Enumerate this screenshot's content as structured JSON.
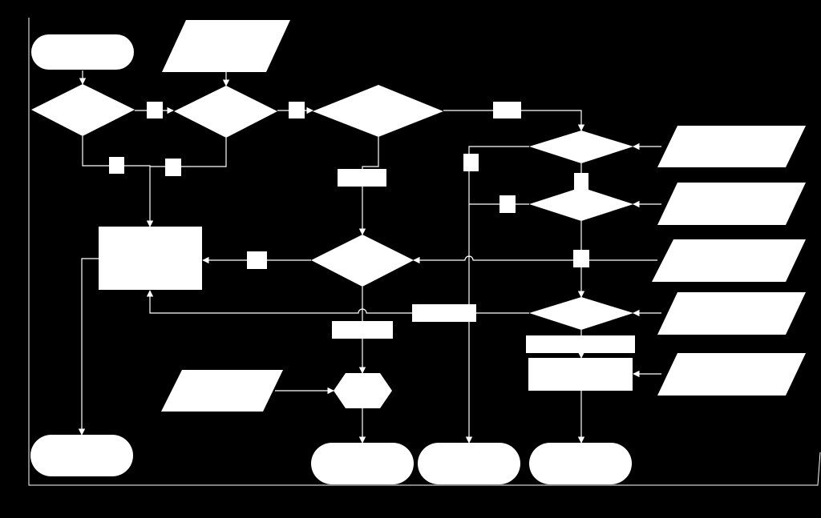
{
  "diagram": {
    "kind": "flowchart",
    "colors": {
      "background": "#000000",
      "shapes": "#ffffff",
      "connectors": "#ffffff"
    },
    "note": "",
    "nodes": [
      {
        "id": "start",
        "shape": "terminator",
        "label": ""
      },
      {
        "id": "input-top",
        "shape": "parallelogram",
        "label": ""
      },
      {
        "id": "decision-1",
        "shape": "diamond",
        "label": ""
      },
      {
        "id": "decision-2",
        "shape": "diamond",
        "label": ""
      },
      {
        "id": "decision-3",
        "shape": "diamond",
        "label": ""
      },
      {
        "id": "decision-right-1",
        "shape": "diamond",
        "label": ""
      },
      {
        "id": "decision-right-2",
        "shape": "diamond",
        "label": ""
      },
      {
        "id": "decision-center",
        "shape": "diamond",
        "label": ""
      },
      {
        "id": "decision-right-3",
        "shape": "diamond",
        "label": ""
      },
      {
        "id": "process-left",
        "shape": "rectangle",
        "label": ""
      },
      {
        "id": "process-right",
        "shape": "rectangle",
        "label": ""
      },
      {
        "id": "preparation",
        "shape": "hexagon",
        "label": ""
      },
      {
        "id": "input-right-1",
        "shape": "parallelogram",
        "label": ""
      },
      {
        "id": "input-right-2",
        "shape": "parallelogram",
        "label": ""
      },
      {
        "id": "input-right-3",
        "shape": "parallelogram",
        "label": ""
      },
      {
        "id": "input-right-4",
        "shape": "parallelogram",
        "label": ""
      },
      {
        "id": "input-right-5",
        "shape": "parallelogram",
        "label": ""
      },
      {
        "id": "input-bottom",
        "shape": "parallelogram",
        "label": ""
      },
      {
        "id": "end-left",
        "shape": "terminator",
        "label": ""
      },
      {
        "id": "end-1",
        "shape": "terminator",
        "label": ""
      },
      {
        "id": "end-2",
        "shape": "terminator",
        "label": ""
      },
      {
        "id": "end-3",
        "shape": "terminator",
        "label": ""
      }
    ],
    "edge_labels": [
      {
        "id": "l1",
        "label": ""
      },
      {
        "id": "l2",
        "label": ""
      },
      {
        "id": "l3",
        "label": ""
      },
      {
        "id": "l4",
        "label": ""
      },
      {
        "id": "l5",
        "label": ""
      },
      {
        "id": "l6",
        "label": ""
      },
      {
        "id": "l7",
        "label": ""
      },
      {
        "id": "l8",
        "label": ""
      },
      {
        "id": "l9",
        "label": ""
      },
      {
        "id": "l10",
        "label": ""
      },
      {
        "id": "l11",
        "label": ""
      },
      {
        "id": "l12",
        "label": ""
      },
      {
        "id": "l13",
        "label": ""
      },
      {
        "id": "l14",
        "label": ""
      }
    ]
  }
}
